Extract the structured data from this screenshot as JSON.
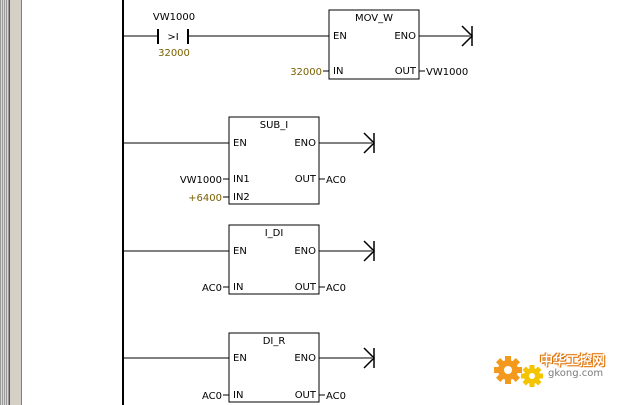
{
  "network1": {
    "contact": {
      "operand": "VW1000",
      "symbol": ">I",
      "constant": "32000"
    },
    "block": {
      "name": "MOV_W",
      "en": "EN",
      "eno": "ENO",
      "in": "IN",
      "out": "OUT",
      "in_value": "32000",
      "out_value": "VW1000"
    }
  },
  "network2": {
    "block": {
      "name": "SUB_I",
      "en": "EN",
      "eno": "ENO",
      "in1": "IN1",
      "in2": "IN2",
      "out": "OUT",
      "in1_value": "VW1000",
      "in2_value": "+6400",
      "out_value": "AC0"
    }
  },
  "network3": {
    "block": {
      "name": "I_DI",
      "en": "EN",
      "eno": "ENO",
      "in": "IN",
      "out": "OUT",
      "in_value": "AC0",
      "out_value": "AC0"
    }
  },
  "network4": {
    "block": {
      "name": "DI_R",
      "en": "EN",
      "eno": "ENO",
      "in": "IN",
      "out": "OUT",
      "in_value": "AC0",
      "out_value": "AC0"
    }
  },
  "watermark": {
    "text_cn": "中华工控网",
    "text_en": "gkong.com"
  },
  "colors": {
    "wire": "#000000",
    "constant": "#7a6000",
    "logo_orange": "#f39a1e",
    "logo_yellow": "#f5c400"
  }
}
